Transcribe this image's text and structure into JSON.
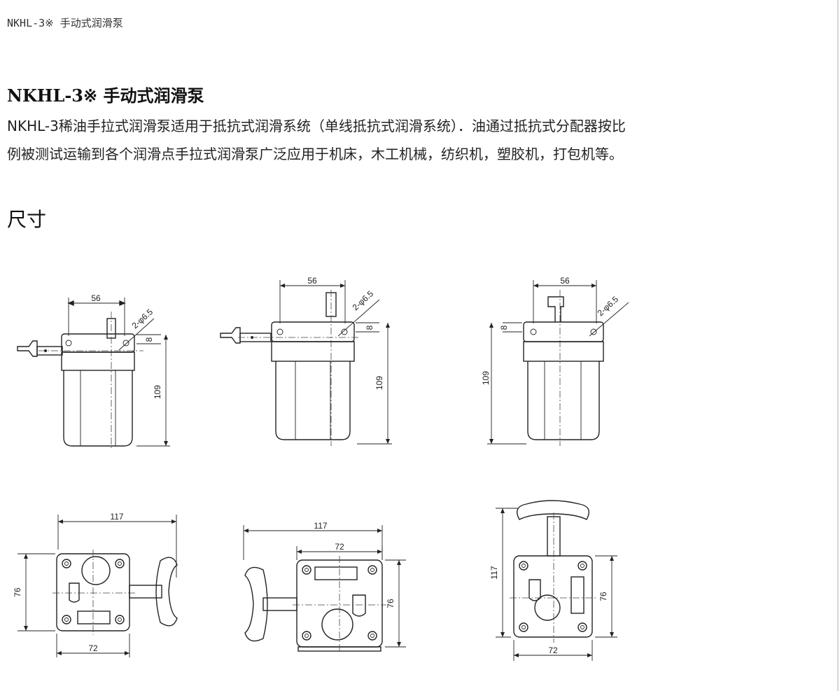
{
  "breadcrumb": "NKHL-3※ 手动式润滑泵",
  "title": "NKHL-3※ 手动式润滑泵",
  "description": {
    "line1": "NKHL-3稀油手拉式润滑泵适用于抵抗式润滑系统（单线抵抗式润滑系统）．油通过抵抗式分配器按比",
    "line2": "例被测试运输到各个润滑点手拉式润滑泵广泛应用于机床，木工机械，纺织机，塑胶机，打包机等。"
  },
  "section_title": "尺寸",
  "drawings": {
    "front_left": {
      "width": "56",
      "hole": "2-φ6.5",
      "flange": "8",
      "height": "109"
    },
    "front_middle": {
      "width": "56",
      "hole": "2-φ6.5",
      "flange": "8",
      "height": "109"
    },
    "front_right": {
      "width": "56",
      "hole": "2-φ6.5",
      "flange": "8",
      "height": "109"
    },
    "top_left": {
      "overall": "117",
      "depth": "76",
      "base": "72"
    },
    "top_middle": {
      "overall": "117",
      "base": "72",
      "depth": "76"
    },
    "top_right": {
      "overall": "117",
      "depth": "76",
      "base": "72"
    }
  }
}
